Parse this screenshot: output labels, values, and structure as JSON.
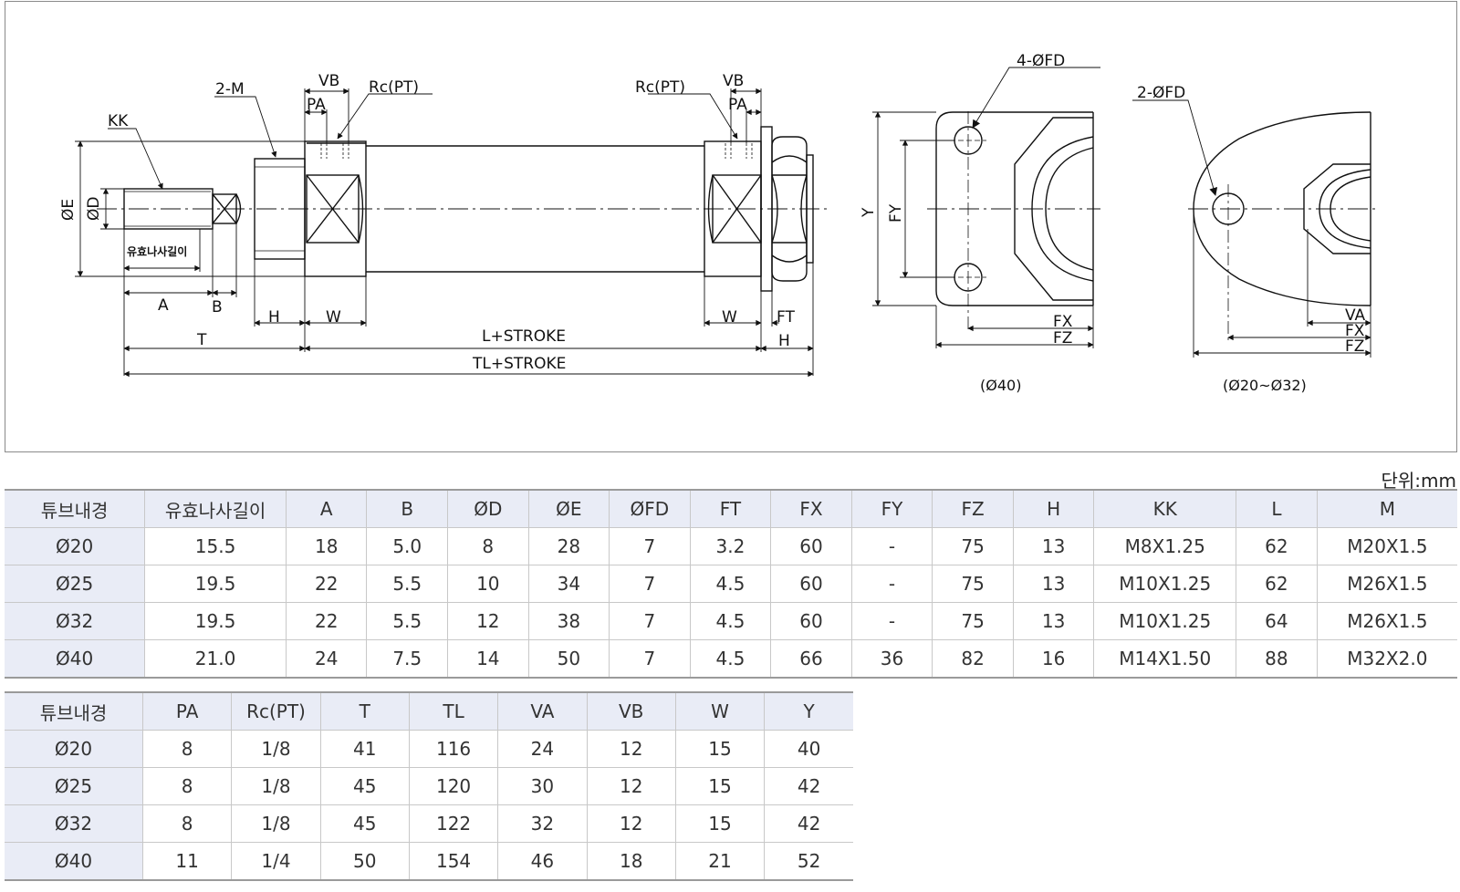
{
  "drawing": {
    "labels": {
      "kk": "KK",
      "two_m": "2-M",
      "vb": "VB",
      "pa": "PA",
      "rc_pt": "Rc(PT)",
      "phi_e": "ØE",
      "phi_d": "ØD",
      "thread_length": "유효나사길이",
      "a": "A",
      "b": "B",
      "h": "H",
      "w": "W",
      "t": "T",
      "l_stroke": "L+STROKE",
      "tl_stroke": "TL+STROKE",
      "ft": "FT",
      "four_fd": "4-ØFD",
      "two_fd": "2-ØFD",
      "y": "Y",
      "fy": "FY",
      "fx": "FX",
      "fz": "FZ",
      "va": "VA",
      "caption_40": "(Ø40)",
      "caption_20_32": "(Ø20~Ø32)"
    }
  },
  "unit_label": "단위:mm",
  "table1": {
    "headers": [
      "튜브내경",
      "유효나사길이",
      "A",
      "B",
      "ØD",
      "ØE",
      "ØFD",
      "FT",
      "FX",
      "FY",
      "FZ",
      "H",
      "KK",
      "L",
      "M"
    ],
    "rows": [
      [
        "Ø20",
        "15.5",
        "18",
        "5.0",
        "8",
        "28",
        "7",
        "3.2",
        "60",
        "-",
        "75",
        "13",
        "M8X1.25",
        "62",
        "M20X1.5"
      ],
      [
        "Ø25",
        "19.5",
        "22",
        "5.5",
        "10",
        "34",
        "7",
        "4.5",
        "60",
        "-",
        "75",
        "13",
        "M10X1.25",
        "62",
        "M26X1.5"
      ],
      [
        "Ø32",
        "19.5",
        "22",
        "5.5",
        "12",
        "38",
        "7",
        "4.5",
        "60",
        "-",
        "75",
        "13",
        "M10X1.25",
        "64",
        "M26X1.5"
      ],
      [
        "Ø40",
        "21.0",
        "24",
        "7.5",
        "14",
        "50",
        "7",
        "4.5",
        "66",
        "36",
        "82",
        "16",
        "M14X1.50",
        "88",
        "M32X2.0"
      ]
    ]
  },
  "table2": {
    "headers": [
      "튜브내경",
      "PA",
      "Rc(PT)",
      "T",
      "TL",
      "VA",
      "VB",
      "W",
      "Y"
    ],
    "rows": [
      [
        "Ø20",
        "8",
        "1/8",
        "41",
        "116",
        "24",
        "12",
        "15",
        "40"
      ],
      [
        "Ø25",
        "8",
        "1/8",
        "45",
        "120",
        "30",
        "12",
        "15",
        "42"
      ],
      [
        "Ø32",
        "8",
        "1/8",
        "45",
        "122",
        "32",
        "12",
        "15",
        "42"
      ],
      [
        "Ø40",
        "11",
        "1/4",
        "50",
        "154",
        "46",
        "18",
        "21",
        "52"
      ]
    ]
  }
}
